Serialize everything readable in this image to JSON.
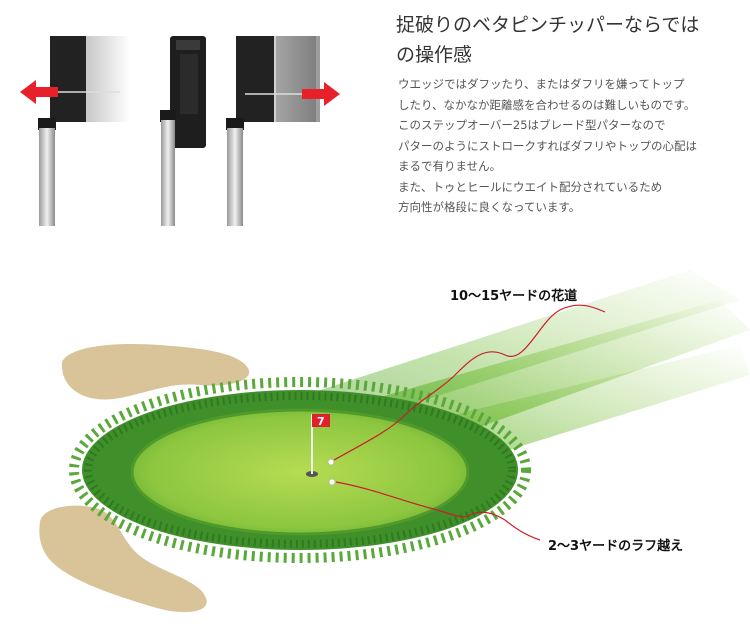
{
  "heading": {
    "line1": "捉破りのベタピンチッパーならでは",
    "line2": "の操作感"
  },
  "body": {
    "lines": [
      "ウエッジではダフッたり、またはダフリを嫌ってトップ",
      "したり、なかなか距離感を合わせるのは難しいものです。",
      "このステップオーバー25はブレード型パターなので",
      "パターのようにストロークすればダフリやトップの心配は",
      "まるで有りません。",
      "また、トゥとヒールにウエイト配分されているため",
      "方向性が格段に良くなっています。"
    ]
  },
  "illustration": {
    "callout_top": "10〜15ヤードの花道",
    "callout_bottom": "2〜3ヤードのラフ越え",
    "flag_number": "7"
  },
  "colors": {
    "arrow": "#e8202a",
    "green": "#8cc63f",
    "fringe": "#3f8f2a",
    "sand": "#d9c49a",
    "flag": "#e0202a"
  }
}
